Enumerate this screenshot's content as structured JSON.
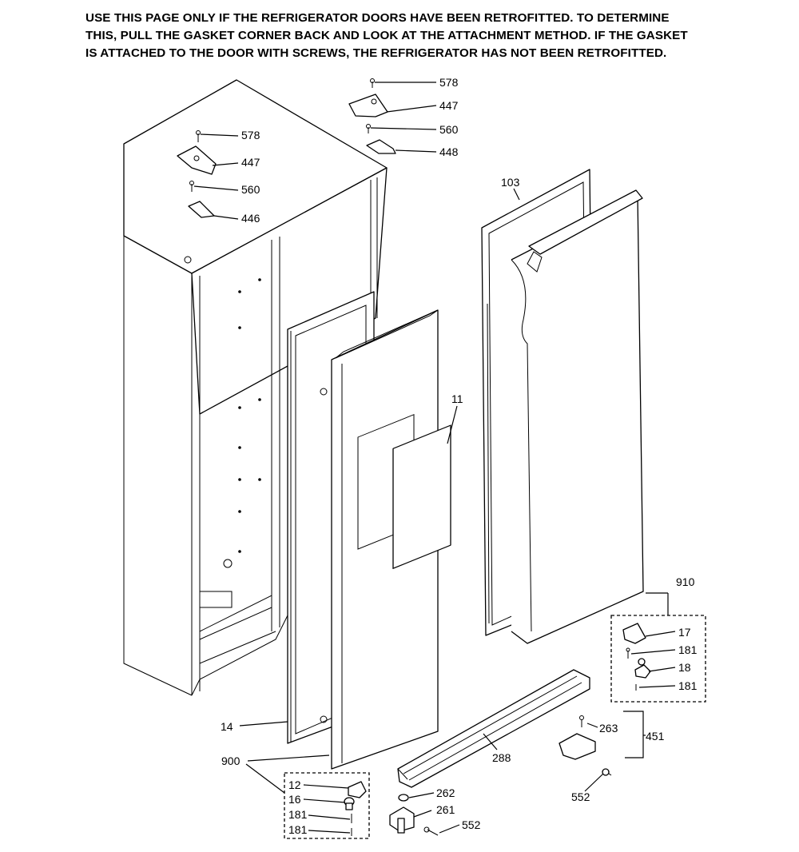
{
  "notice": {
    "lines": [
      "USE THIS PAGE ONLY IF THE REFRIGERATOR DOORS HAVE BEEN RETROFITTED. TO DETERMINE",
      "THIS, PULL THE GASKET CORNER BACK AND LOOK AT THE ATTACHMENT METHOD. IF THE GASKET",
      "IS ATTACHED TO THE DOOR WITH SCREWS, THE REFRIGERATOR HAS NOT BEEN RETROFITTED."
    ]
  },
  "callouts": {
    "top_left": {
      "screw": "578",
      "cover": "447",
      "screw2": "560",
      "hinge": "446"
    },
    "top_right": {
      "screw": "578",
      "cover": "447",
      "screw2": "560",
      "hinge": "448"
    },
    "fresh_food_gasket": "103",
    "dispenser_frame": "11",
    "freezer_gasket": "14",
    "freezer_hinge_kit": {
      "kit": "900",
      "parts": [
        "12",
        "16",
        "181",
        "181"
      ]
    },
    "fresh_hinge_kit": {
      "kit": "910",
      "parts": [
        "17",
        "181",
        "18",
        "181"
      ]
    },
    "grille": "288",
    "bottom_hinge": {
      "bushing": "262",
      "bracket": "261",
      "screw": "552"
    },
    "right_hinge": {
      "pin": "263",
      "assembly": "451",
      "screw": "552"
    }
  }
}
